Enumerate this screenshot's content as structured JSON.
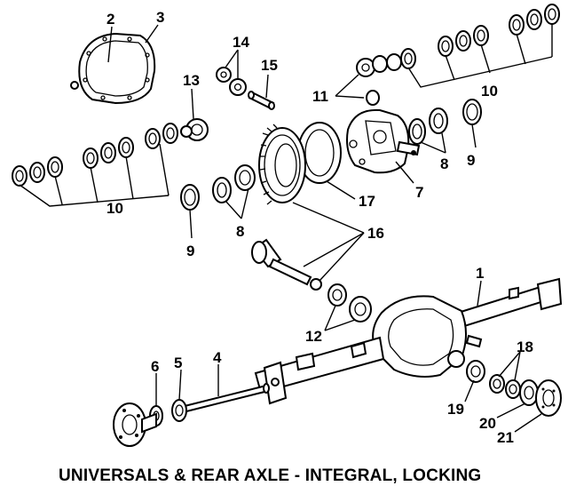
{
  "diagram": {
    "caption": "UNIVERSALS & REAR AXLE - INTEGRAL, LOCKING",
    "callouts": {
      "c1": "1",
      "c2": "2",
      "c3": "3",
      "c4": "4",
      "c5": "5",
      "c6": "6",
      "c7": "7",
      "c8a": "8",
      "c8b": "8",
      "c9a": "9",
      "c9b": "9",
      "c10a": "10",
      "c10b": "10",
      "c11": "11",
      "c12": "12",
      "c13": "13",
      "c14": "14",
      "c15": "15",
      "c16": "16",
      "c17": "17",
      "c18": "18",
      "c19": "19",
      "c20": "20",
      "c21": "21"
    }
  }
}
